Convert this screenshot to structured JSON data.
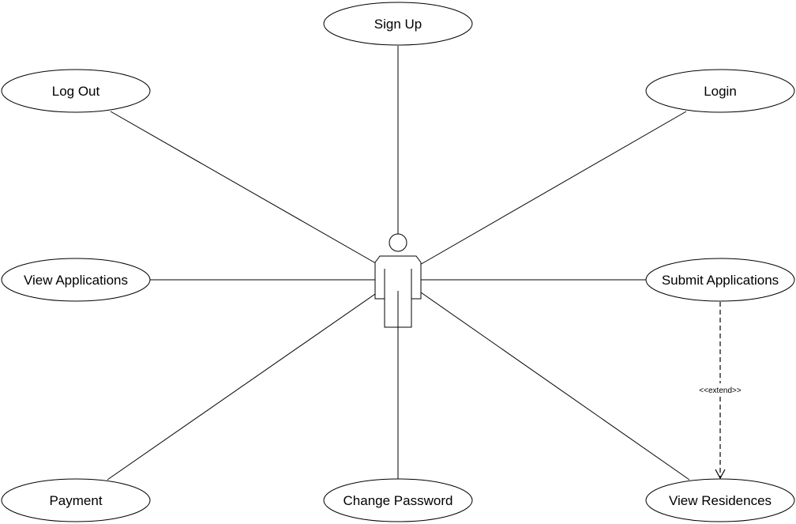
{
  "diagram": {
    "use_cases": {
      "sign_up": "Sign Up",
      "log_out": "Log Out",
      "login": "Login",
      "view_applications": "View Applications",
      "submit_applications": "Submit Applications",
      "payment": "Payment",
      "change_password": "Change Password",
      "view_residences": "View Residences"
    },
    "extend_label": "<<extend>>"
  }
}
